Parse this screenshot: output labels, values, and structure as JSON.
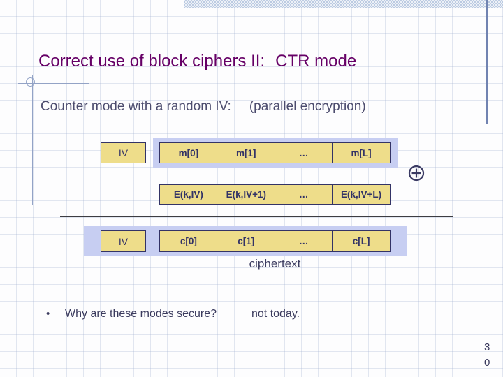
{
  "slide": {
    "title_main": "Correct use of block ciphers II:",
    "title_mode": "CTR mode",
    "subtitle_main": "Counter mode with a random IV:",
    "subtitle_note": "(parallel encryption)",
    "bullet_marker": "•",
    "bullet_question": "Why are these modes secure?",
    "bullet_answer": "not today.",
    "page_number": "30",
    "page_lines": [
      "3",
      "0"
    ]
  },
  "diagram": {
    "iv_top": "IV",
    "message_cells": [
      "m[0]",
      "m[1]",
      "…",
      "m[L]"
    ],
    "encrypt_cells": [
      "E(k,IV)",
      "E(k,IV+1)",
      "…",
      "E(k,IV+L)"
    ],
    "iv_bottom": "IV",
    "cipher_cells": [
      "c[0]",
      "c[1]",
      "…",
      "c[L]"
    ],
    "caption": "ciphertext",
    "icons": {
      "xor": "circle-plus"
    }
  },
  "palette": {
    "title": "#660066",
    "subtitle": "#4c4c6e",
    "box_fill": "#eedd8a",
    "box_border": "#333366",
    "band": "#c7cef2",
    "header_strip": "#bccbe2",
    "ornament_line": "#93a3c6",
    "dark_text": "#3b3b5e"
  }
}
